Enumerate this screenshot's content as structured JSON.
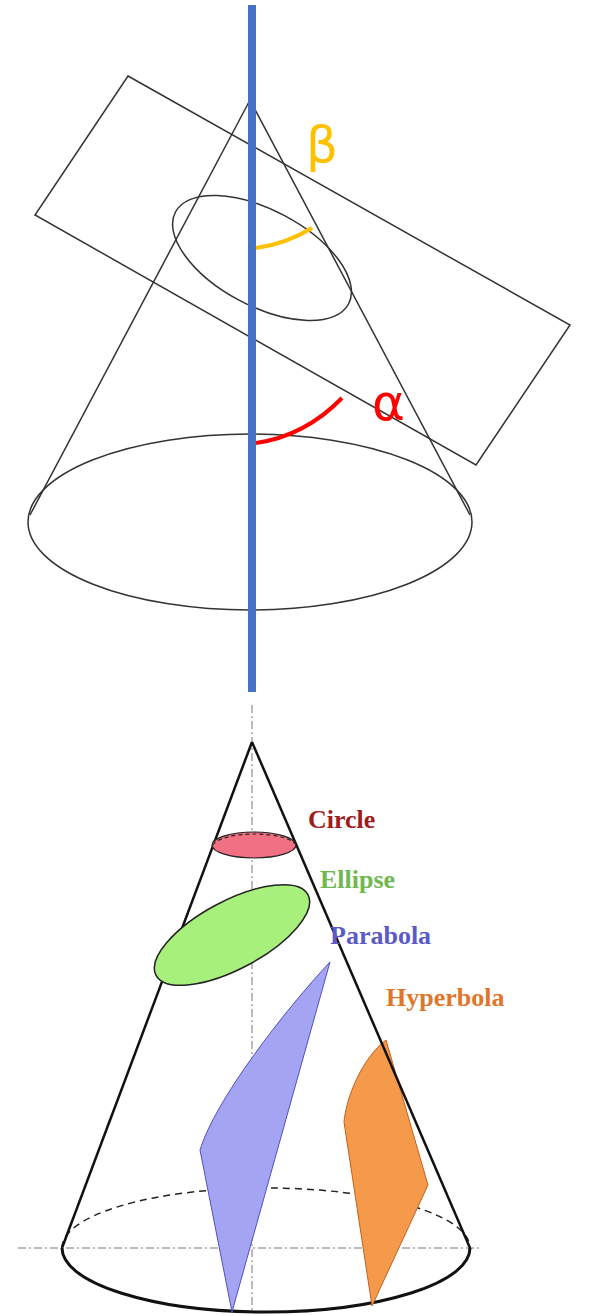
{
  "diagram": {
    "labels": [
      "β",
      "α",
      "Circle",
      "Ellipse",
      "Parabola",
      "Hyperbola"
    ]
  }
}
